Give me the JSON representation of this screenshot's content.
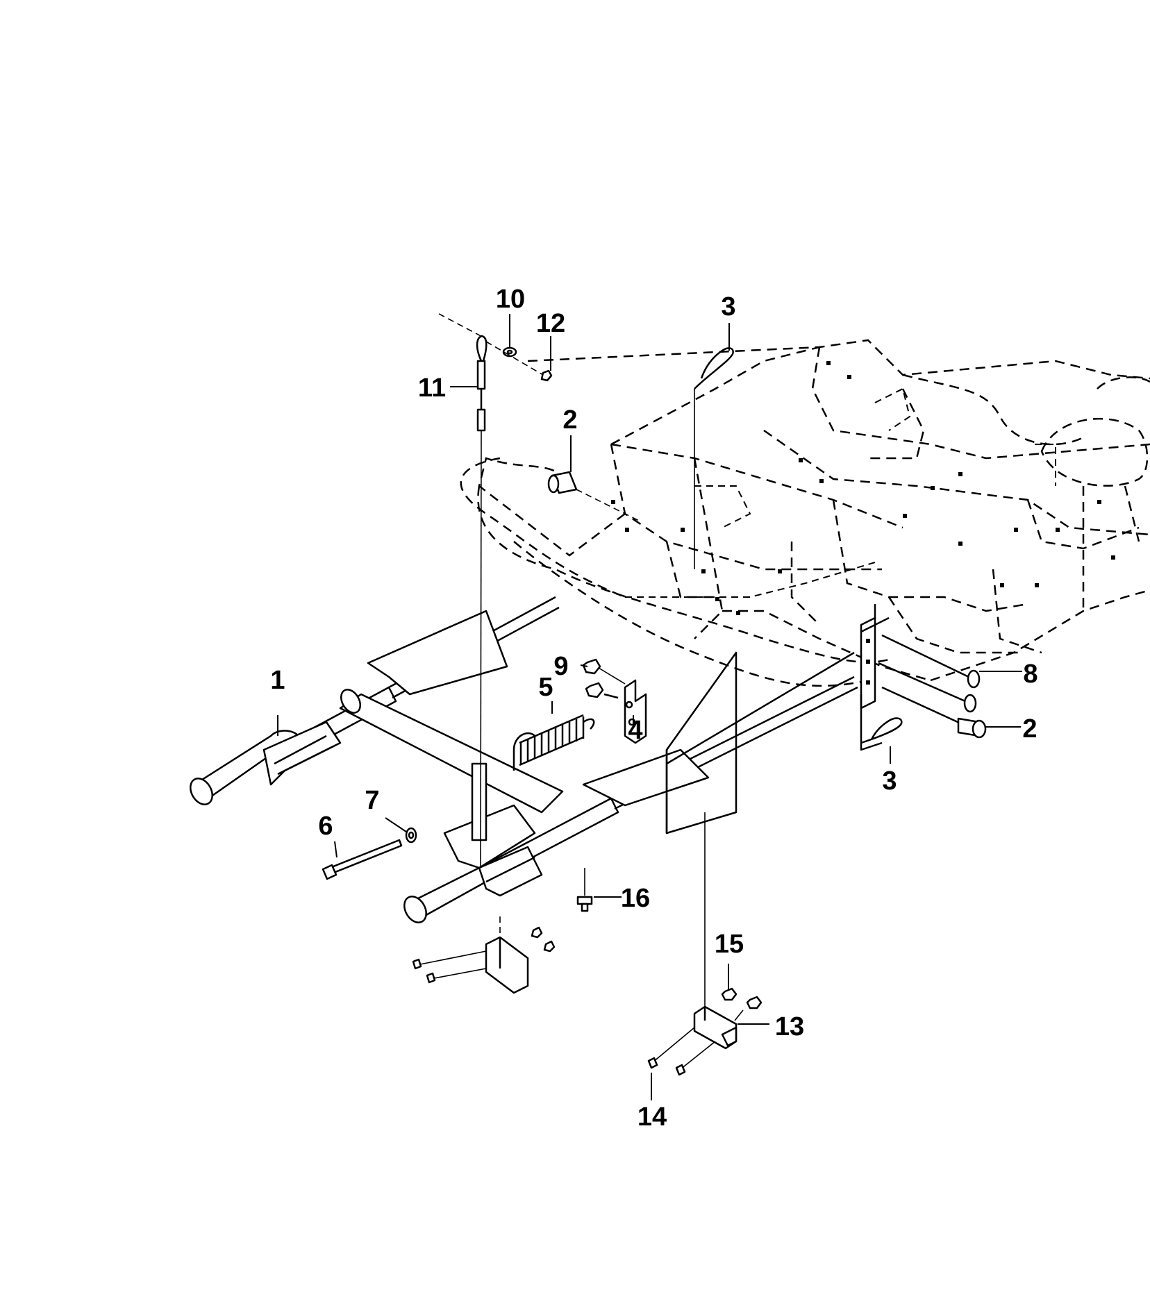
{
  "callouts": {
    "c1": "1",
    "c2a": "2",
    "c2b": "2",
    "c3a": "3",
    "c3b": "3",
    "c4": "4",
    "c5": "5",
    "c6": "6",
    "c7": "7",
    "c8": "8",
    "c9": "9",
    "c10": "10",
    "c11": "11",
    "c12": "12",
    "c13": "13",
    "c14": "14",
    "c15": "15",
    "c16": "16"
  }
}
